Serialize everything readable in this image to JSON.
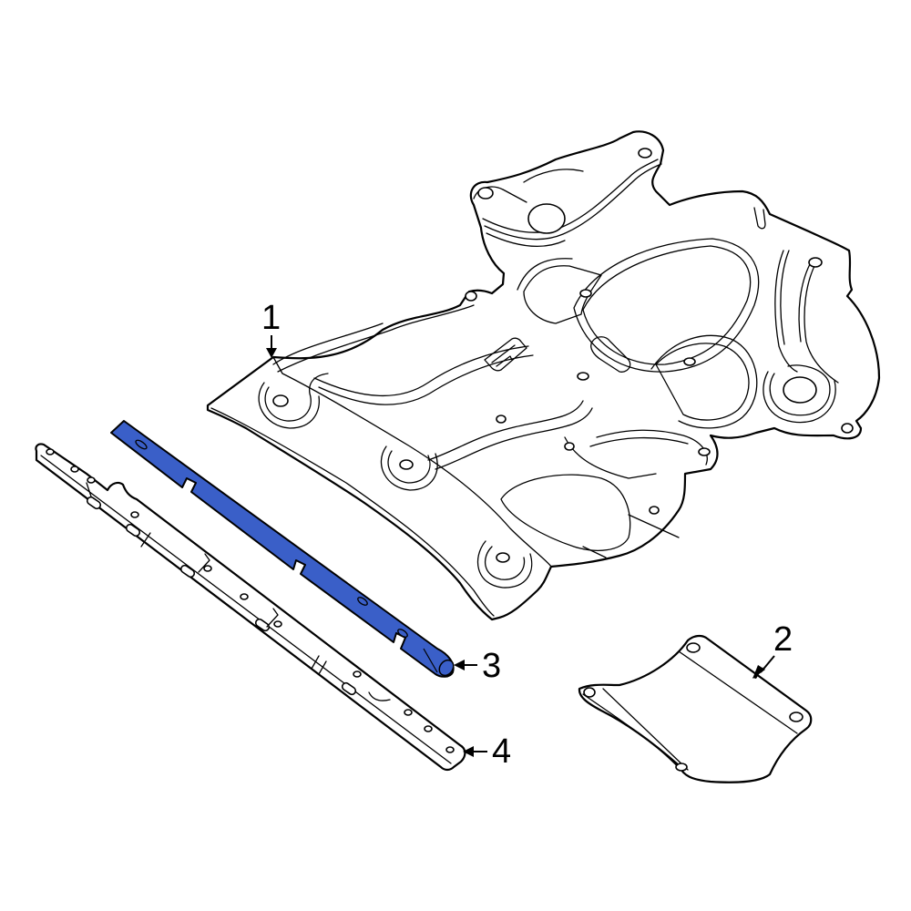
{
  "diagram": {
    "type": "exploded-parts-diagram",
    "highlight_color": "#3a5fc8",
    "line_color": "#000000",
    "background_color": "#ffffff",
    "parts": [
      {
        "number": "1",
        "description": "main splash shield / engine under cover",
        "highlighted": false
      },
      {
        "number": "2",
        "description": "rear lower shield panel",
        "highlighted": false
      },
      {
        "number": "3",
        "description": "seal strip",
        "highlighted": true
      },
      {
        "number": "4",
        "description": "mounting bracket / reinforcement rail",
        "highlighted": false
      }
    ]
  },
  "callouts": {
    "c1": "1",
    "c2": "2",
    "c3": "3",
    "c4": "4"
  }
}
